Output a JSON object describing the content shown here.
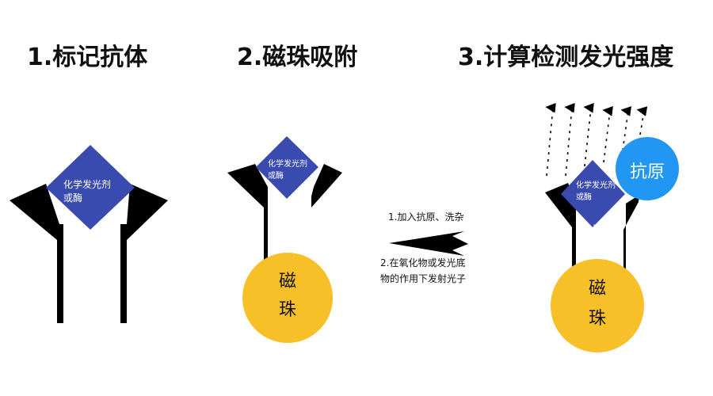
{
  "headings": {
    "step1": "1.标记抗体",
    "step2": "2.磁珠吸附",
    "step3": "3.计算检测发光强度"
  },
  "labels": {
    "antibody_step1": "抗\n体",
    "label_step1": "化学发光剂\n或酶",
    "label_step2": "化学发光剂\n或酶",
    "antibody_step2": "抗\n体",
    "bead_step2": "磁\n珠",
    "label_step3": "化学发光剂\n或酶",
    "antibody_step3": "抗\n体",
    "bead_step3": "磁\n珠",
    "antigen": "抗原"
  },
  "process": {
    "line1": "1.加入抗原、洗杂",
    "line2": "2.在氧化物或发光底\n物的作用下发射光子"
  },
  "colors": {
    "antibody": "#000000",
    "label": "#3a4bb0",
    "bead": "#f7c028",
    "antigen": "#2196f3"
  }
}
